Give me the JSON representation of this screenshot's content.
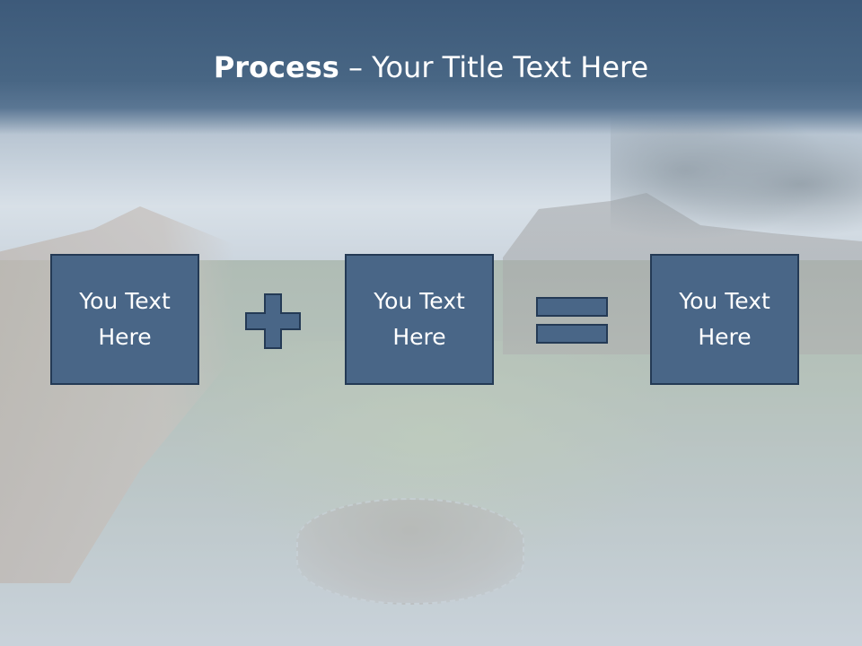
{
  "slide": {
    "title_bold": "Process",
    "title_rest": " – Your Title Text Here",
    "boxes": [
      {
        "line1": "You Text",
        "line2": "Here"
      },
      {
        "line1": "You Text",
        "line2": "Here"
      },
      {
        "line1": "You Text",
        "line2": "Here"
      }
    ],
    "operators": [
      "plus",
      "equals"
    ]
  },
  "colors": {
    "header": "#486684",
    "box_fill": "#496687",
    "box_border": "#243a55",
    "operator_fill": "#496687",
    "text": "#ffffff"
  }
}
